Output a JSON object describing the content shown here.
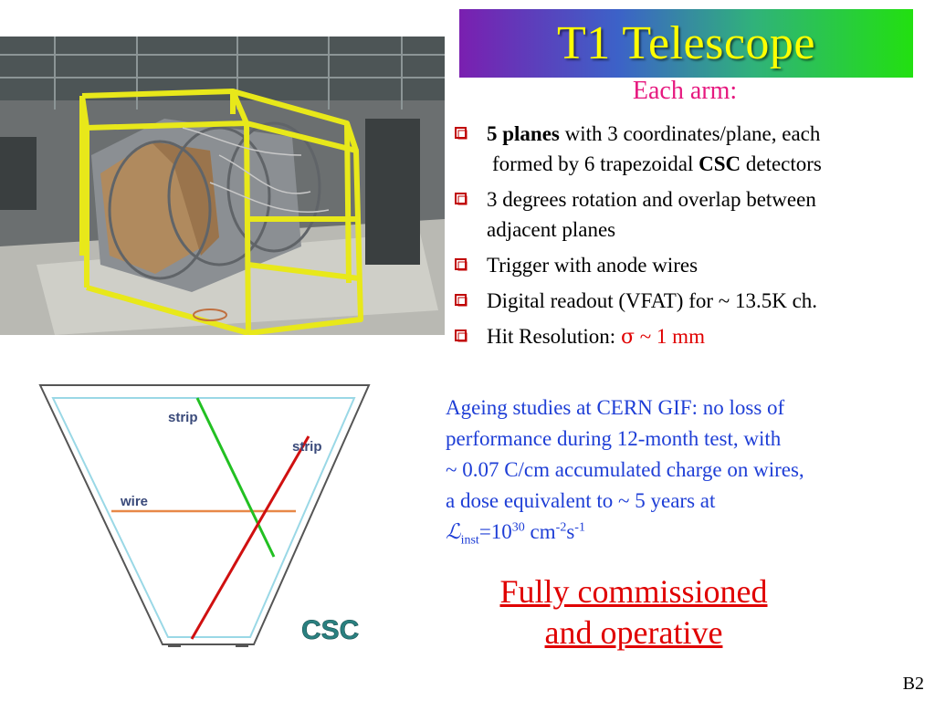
{
  "slide": {
    "title": "T1 Telescope",
    "subtitle": "Each arm:",
    "bullets": [
      {
        "bold": "5 planes",
        "text": " with 3 coordinates/plane, each",
        "continuation_a": "formed by 6 trapezoidal ",
        "continuation_bold": "CSC",
        "continuation_b": " detectors"
      },
      {
        "text": "3 degrees rotation and overlap between",
        "continuation": "adjacent planes"
      },
      {
        "text": "Trigger with anode wires"
      },
      {
        "text": "Digital readout (VFAT) for ~ 13.5K ch."
      },
      {
        "text": "Hit Resolution: ",
        "symbol": "σ",
        "value": " ~ 1 mm"
      }
    ],
    "ageing": {
      "line1": "Ageing studies at CERN GIF: no loss of",
      "line2": "performance during 12-month test, with",
      "line3": "~ 0.07 C/cm accumulated charge on wires,",
      "line4": "a dose equivalent to ~ 5 years at",
      "lum_symbol": "ℒ",
      "lum_sub": "inst",
      "lum_eq": "=10",
      "lum_exp": "30",
      "unit_cm": " cm",
      "unit_cm_exp": "-2",
      "unit_s": "s",
      "unit_s_exp": "-1"
    },
    "commissioned": {
      "line1": "Fully commissioned",
      "line2": "and operative"
    },
    "slide_id": "B2",
    "diagram": {
      "label_strip_1": "strip",
      "label_strip_2": "strip",
      "label_wire": "wire",
      "label_csc": "CSC"
    },
    "colors": {
      "title_text": "#ffff00",
      "subtitle": "#e6197f",
      "ageing_text": "#1e3ed6",
      "accent_red": "#e00000",
      "strip_green": "#22c022",
      "strip_red": "#d01010",
      "wire_orange": "#e88848",
      "csc_teal": "#2a8080"
    }
  }
}
